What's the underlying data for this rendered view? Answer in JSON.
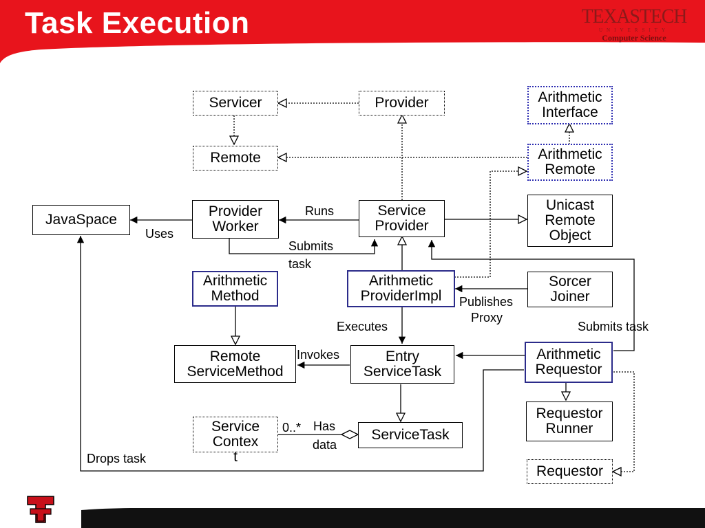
{
  "title": "Task Execution",
  "logo": {
    "main": "TEXASTECH",
    "university": "UNIVERSITY",
    "department": "Computer Science"
  },
  "boxes": {
    "servicer": [
      "Servicer"
    ],
    "provider": [
      "Provider"
    ],
    "arithmetic_interface": [
      "Arithmetic",
      "Interface"
    ],
    "remote": [
      "Remote"
    ],
    "arithmetic_remote": [
      "Arithmetic",
      "Remote"
    ],
    "javaspace": [
      "JavaSpace"
    ],
    "provider_worker": [
      "Provider",
      "Worker"
    ],
    "service_provider": [
      "Service",
      "Provider"
    ],
    "unicast_remote_object": [
      "Unicast",
      "Remote",
      "Object"
    ],
    "arithmetic_method": [
      "Arithmetic",
      "Method"
    ],
    "arithmetic_providerimpl": [
      "Arithmetic",
      "ProviderImpl"
    ],
    "sorcer_joiner": [
      "Sorcer",
      "Joiner"
    ],
    "remote_servicemethod": [
      "Remote",
      "ServiceMethod"
    ],
    "entry_servicetask": [
      "Entry",
      "ServiceTask"
    ],
    "arithmetic_requestor": [
      "Arithmetic",
      "Requestor"
    ],
    "service_context": [
      "Service",
      "Contex",
      "t"
    ],
    "servicetask": [
      "ServiceTask"
    ],
    "requestor_runner": [
      "Requestor",
      "Runner"
    ],
    "requestor": [
      "Requestor"
    ]
  },
  "labels": {
    "runs": "Runs",
    "uses": "Uses",
    "submits_task_1": "Submits",
    "submits_task_2": "task",
    "publishes_1": "Publishes",
    "publishes_2": "Proxy",
    "executes": "Executes",
    "submits_task_right": "Submits task",
    "invokes": "Invokes",
    "multiplicity": "0..*",
    "has_data_1": "Has",
    "has_data_2": "data",
    "drops_task": "Drops task"
  },
  "colors": {
    "header_red": "#e8141c",
    "dark_band": "#111111",
    "blue_border": "#2b2b8a"
  }
}
